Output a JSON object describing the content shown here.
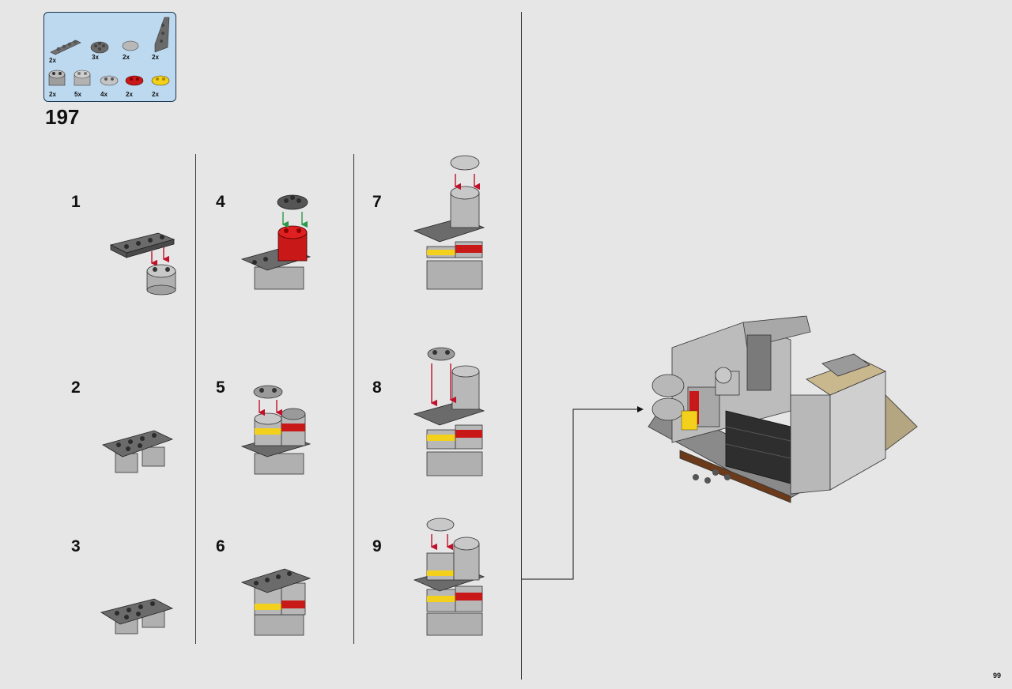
{
  "parts_list": {
    "row1": [
      "2x",
      "3x",
      "2x",
      "2x"
    ],
    "row2": [
      "2x",
      "5x",
      "4x",
      "2x",
      "2x"
    ]
  },
  "step": {
    "number": "197"
  },
  "substeps": [
    "1",
    "2",
    "3",
    "4",
    "5",
    "6",
    "7",
    "8",
    "9"
  ],
  "page": {
    "number": "99"
  },
  "colors": {
    "background": "#e6e6e6",
    "parts_box": "#bdd9ef",
    "parts_border": "#1b3550",
    "arrow_red": "#c0102a",
    "arrow_green": "#2a9a4a",
    "brick_red": "#c81818",
    "brick_yellow": "#f2d01c",
    "dark_gray": "#6b6b6b",
    "light_gray": "#a8a8a8",
    "tan": "#c9b88e"
  }
}
